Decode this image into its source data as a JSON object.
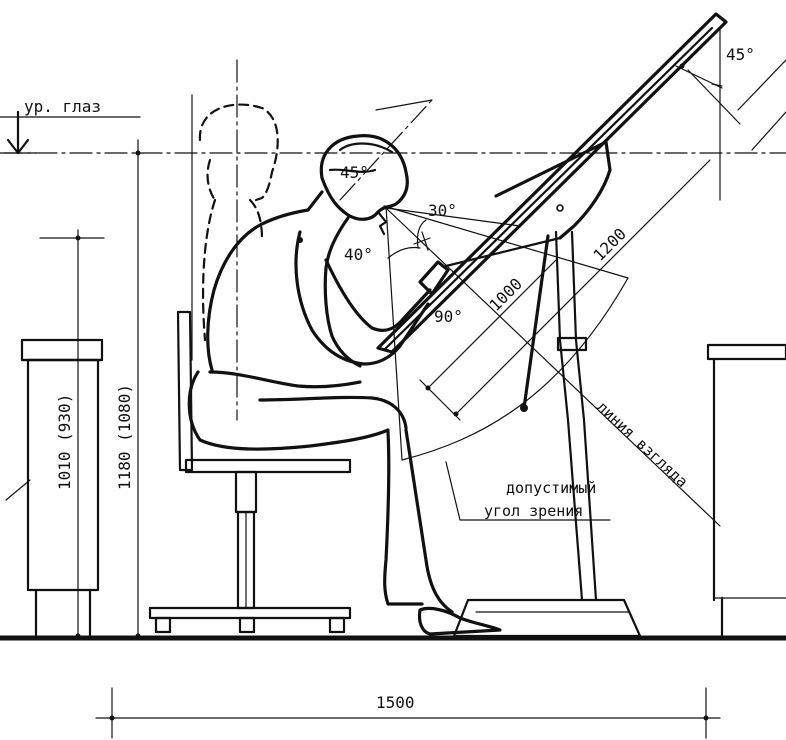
{
  "labels": {
    "eye_level": "ур. глаз",
    "angle_top": "45°",
    "angle_head": "45°",
    "angle_30": "30°",
    "angle_40": "40°",
    "angle_90": "90°",
    "dim_1000": "1000",
    "dim_1200": "1200",
    "dim_vertical_1010": "1010 (930)",
    "dim_vertical_1180": "1180 (1080)",
    "line_of_sight": "линия взгляда",
    "permissible_line1": "допустимый",
    "permissible_line2": "угол зрения",
    "dim_bottom": "1500"
  }
}
